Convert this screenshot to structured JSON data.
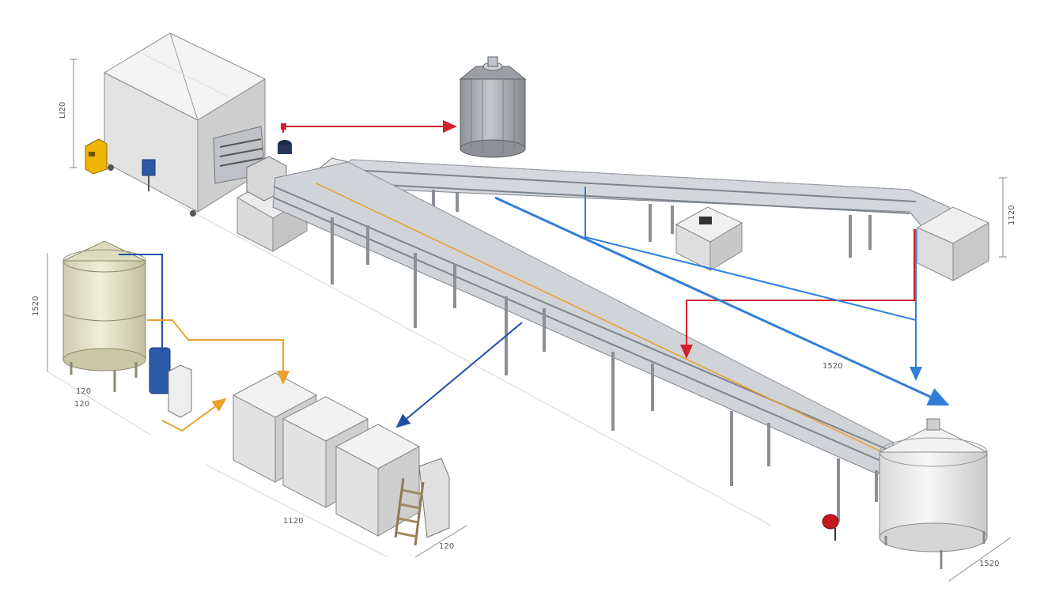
{
  "colors": {
    "background": "#ffffff",
    "red_flow": "#d0222a",
    "blue_flow": "#2f7fd8",
    "dark_blue_flow": "#1f4fa8",
    "orange_flow": "#e8a12a",
    "steel": "#b9bec4",
    "steel_dark": "#7d848c",
    "tank_light": "#ededed",
    "tank_gray": "#a7abb0",
    "tank_cream": "#e4e3c9",
    "cabinet_yellow": "#f0b400",
    "cabinet_blue": "#2c59a8"
  },
  "dimension_labels": {
    "hopper_height": "LI20",
    "silo_height": "1520",
    "silo_base_a": "120",
    "silo_base_b": "120",
    "storage_row_length": "1120",
    "platform_depth": "120",
    "conveyor_length": "1520",
    "right_bin_height": "1120",
    "receiving_tank_base": "1520"
  },
  "icons": [
    "hopper-icon",
    "silo-icon",
    "overhead-tank-icon",
    "storage-bin-icon",
    "receiving-tank-icon",
    "drive-motor-icon",
    "control-cabinet-icon",
    "access-ladder-icon",
    "valve-icon"
  ]
}
